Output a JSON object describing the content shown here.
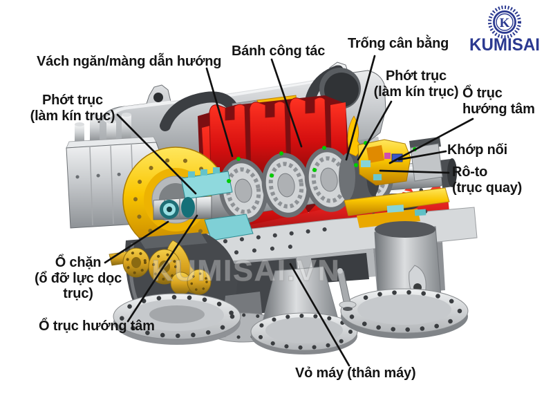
{
  "brand": {
    "name": "KUMISAI",
    "monogram": "K",
    "color": "#2b3990"
  },
  "watermark": {
    "text": "KUMISAI.VN"
  },
  "labels": {
    "vach_ngan": "Vách ngăn/màng dẫn hướng",
    "banh_cong_tac": "Bánh công tác",
    "trong_can_bang": "Trống cân bằng",
    "phot_truc_trai": "Phớt trục\n(làm kín trục)",
    "phot_truc_phai": "Phớt trục\n(làm kín trục)",
    "o_truc_huong_tam_phai": "Ổ trục\nhướng tâm",
    "khop_noi": "Khớp nối",
    "ro_to": "Rô-to\n(trục quay)",
    "o_chan": "Ổ chặn\n(ổ đỡ lực dọc trục)",
    "o_truc_huong_tam_trai": "Ổ trục hướng tâm",
    "vo_may": "Vỏ máy (thân máy)"
  },
  "colors": {
    "background": "#ffffff",
    "leader_line": "#111111",
    "brand_navy": "#2b3990",
    "impeller_red": "#d50f0f",
    "diffuser_maroon": "#7c0f12",
    "bearing_yellow": "#f9c501",
    "gold_piping": "#d9a31e",
    "seal_cyan": "#86d4da",
    "coupling_blue": "#3a57c5",
    "casing_gray": "#c8cbce",
    "green_marker": "#00cc00"
  }
}
